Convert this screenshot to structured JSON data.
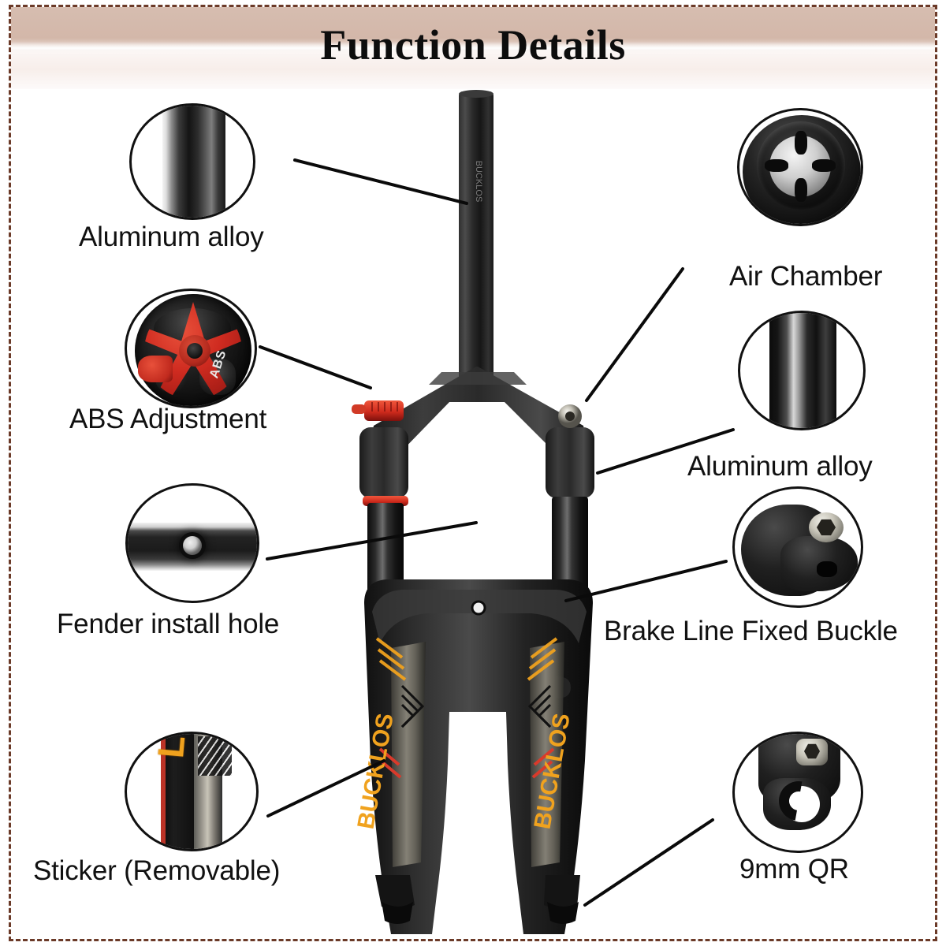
{
  "header": {
    "title": "Function Details",
    "banner_color_top": "#d6bdb0",
    "banner_color_bottom": "#fdfafa"
  },
  "frame": {
    "border_color": "#6b3a28",
    "border_style": "dashed"
  },
  "product": {
    "brand": "BUCKLOS",
    "type": "bicycle suspension fork",
    "body_color": "#121212",
    "accent_color": "#f0a21e",
    "highlight_color": "#d93a2b"
  },
  "callouts": [
    {
      "id": "aluminum-alloy-top",
      "label": "Aluminum alloy",
      "side": "left",
      "icon": "steerer-tube-detail"
    },
    {
      "id": "abs-adjustment",
      "label": "ABS Adjustment",
      "side": "left",
      "icon": "abs-dial-detail",
      "dial_text": "ABS"
    },
    {
      "id": "fender-install-hole",
      "label": "Fender install hole",
      "side": "left",
      "icon": "fender-hole-detail"
    },
    {
      "id": "sticker-removable",
      "label": "Sticker (Removable)",
      "side": "left",
      "icon": "sticker-detail",
      "sticker_text": "LOS"
    },
    {
      "id": "air-chamber",
      "label": "Air Chamber",
      "side": "right",
      "icon": "air-valve-detail"
    },
    {
      "id": "aluminum-alloy-leg",
      "label": "Aluminum alloy",
      "side": "right",
      "icon": "stanchion-tube-detail"
    },
    {
      "id": "brake-line-fixed-buckle",
      "label": "Brake Line Fixed Buckle",
      "side": "right",
      "icon": "brake-buckle-detail"
    },
    {
      "id": "qr-skewer",
      "label": "9mm QR",
      "side": "right",
      "icon": "quick-release-dropout-detail"
    }
  ]
}
